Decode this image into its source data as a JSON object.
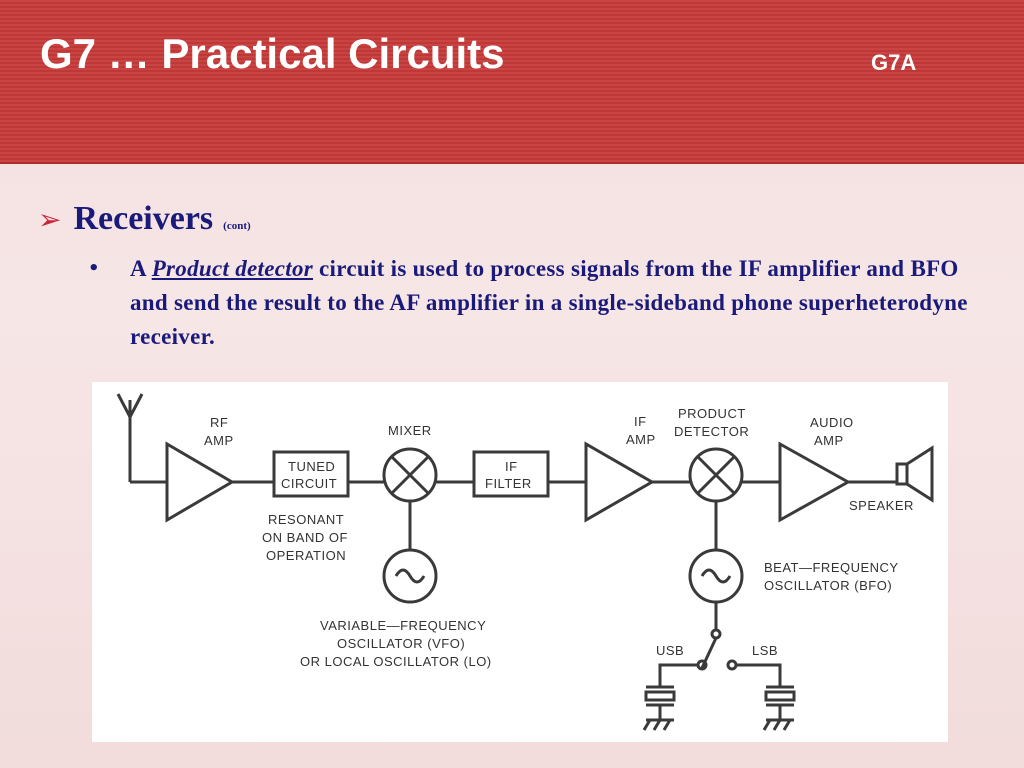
{
  "header": {
    "title": "G7 … Practical Circuits",
    "section_code": "G7A"
  },
  "content": {
    "bullet_icon": "arrow-right-icon",
    "heading": "Receivers",
    "heading_note": "(cont)",
    "sub_bullet": {
      "prefix": "A ",
      "emphasis": "Product detector",
      "rest": " circuit is used to process signals from the IF amplifier and BFO and send the result to the AF amplifier in a single-sideband phone superheterodyne receiver."
    }
  },
  "diagram": {
    "labels": {
      "rf_amp_1": "RF",
      "rf_amp_2": "AMP",
      "tuned_1": "TUNED",
      "tuned_2": "CIRCUIT",
      "mixer": "MIXER",
      "if_filter_1": "IF",
      "if_filter_2": "FILTER",
      "if_amp_1": "IF",
      "if_amp_2": "AMP",
      "prod_1": "PRODUCT",
      "prod_2": "DETECTOR",
      "audio_1": "AUDIO",
      "audio_2": "AMP",
      "speaker": "SPEAKER",
      "resonant_1": "RESONANT",
      "resonant_2": "ON BAND OF",
      "resonant_3": "OPERATION",
      "vfo_1": "VARIABLE—FREQUENCY",
      "vfo_2": "OSCILLATOR (VFO)",
      "vfo_3": "OR LOCAL OSCILLATOR (LO)",
      "bfo_1": "BEAT—FREQUENCY",
      "bfo_2": "OSCILLATOR (BFO)",
      "usb": "USB",
      "lsb": "LSB"
    }
  },
  "colors": {
    "header_red": "#c73a3a",
    "text_navy": "#1a1a7a",
    "bullet_red": "#c8283a"
  }
}
